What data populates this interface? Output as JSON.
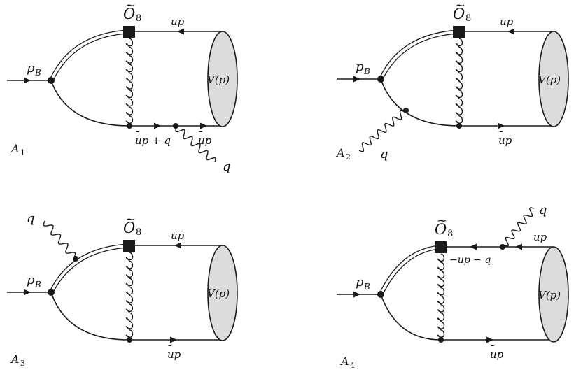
{
  "diagrams": [
    {
      "id": "A1",
      "label_main": "A",
      "label_sub": "1",
      "operator": {
        "main": "O",
        "tilde": "~",
        "sub": "8"
      },
      "incoming": {
        "main": "p",
        "sub": "B"
      },
      "upper_line": {
        "text": "up"
      },
      "lower_line": {
        "bar": "¯",
        "rest": "up + q"
      },
      "lower_line_2": {
        "bar": "¯",
        "rest": "up"
      },
      "meson": "V(p)",
      "photon": "q"
    },
    {
      "id": "A2",
      "label_main": "A",
      "label_sub": "2",
      "operator": {
        "main": "O",
        "tilde": "~",
        "sub": "8"
      },
      "incoming": {
        "main": "p",
        "sub": "B"
      },
      "upper_line": {
        "text": "up"
      },
      "lower_line": {
        "bar": "¯",
        "rest": "up"
      },
      "meson": "V(p)",
      "photon": "q"
    },
    {
      "id": "A3",
      "label_main": "A",
      "label_sub": "3",
      "operator": {
        "main": "O",
        "tilde": "~",
        "sub": "8"
      },
      "incoming": {
        "main": "p",
        "sub": "B"
      },
      "upper_line": {
        "text": "up"
      },
      "lower_line": {
        "bar": "¯",
        "rest": "up"
      },
      "meson": "V(p)",
      "photon": "q"
    },
    {
      "id": "A4",
      "label_main": "A",
      "label_sub": "4",
      "operator": {
        "main": "O",
        "tilde": "~",
        "sub": "8"
      },
      "incoming": {
        "main": "p",
        "sub": "B"
      },
      "upper_line": {
        "text": "up"
      },
      "upper_line_2": {
        "text": "−up − q"
      },
      "lower_line": {
        "bar": "¯",
        "rest": "up"
      },
      "meson": "V(p)",
      "photon": "q"
    }
  ]
}
